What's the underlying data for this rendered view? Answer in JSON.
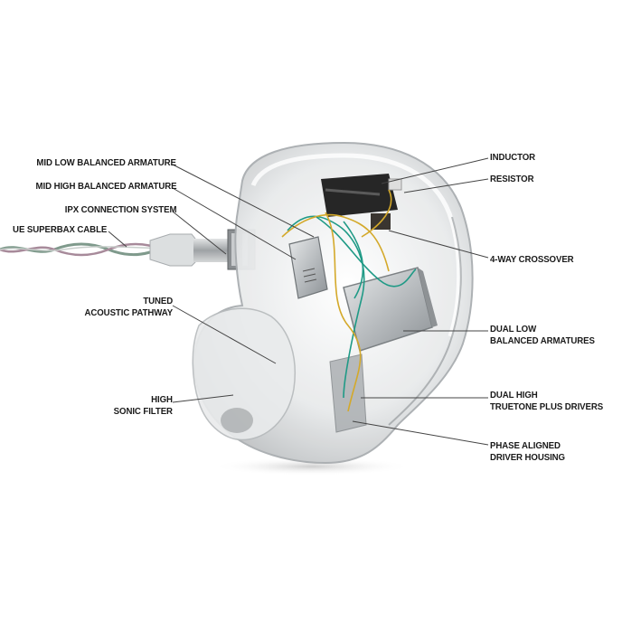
{
  "diagram": {
    "subject": "Custom in-ear monitor cutaway",
    "colors": {
      "background": "#ffffff",
      "label_text": "#1a1a1a",
      "leader_line": "#444444",
      "shell": "#d9dcdd",
      "wire_green": "#1f9a86",
      "wire_yellow": "#d4a92a",
      "driver_metal": "#b8bcbf"
    },
    "labels_left": [
      {
        "id": "mid-low-ba",
        "lines": [
          "MID LOW BALANCED ARMATURE"
        ]
      },
      {
        "id": "mid-high-ba",
        "lines": [
          "MID HIGH BALANCED ARMATURE"
        ]
      },
      {
        "id": "ipx",
        "lines": [
          "IPX CONNECTION SYSTEM"
        ]
      },
      {
        "id": "cable",
        "lines": [
          "UE SUPERBAX CABLE"
        ]
      },
      {
        "id": "tuned",
        "lines": [
          "TUNED",
          "ACOUSTIC PATHWAY"
        ]
      },
      {
        "id": "filter",
        "lines": [
          "HIGH",
          "SONIC FILTER"
        ]
      }
    ],
    "labels_right": [
      {
        "id": "inductor",
        "lines": [
          "INDUCTOR"
        ]
      },
      {
        "id": "resistor",
        "lines": [
          "RESISTOR"
        ]
      },
      {
        "id": "crossover",
        "lines": [
          "4-WAY CROSSOVER"
        ]
      },
      {
        "id": "dual-low",
        "lines": [
          "DUAL LOW",
          "BALANCED ARMATURES"
        ]
      },
      {
        "id": "dual-high",
        "lines": [
          "DUAL HIGH",
          "TRUETONE PLUS DRIVERS"
        ]
      },
      {
        "id": "housing",
        "lines": [
          "PHASE ALIGNED",
          "DRIVER HOUSING"
        ]
      }
    ]
  }
}
